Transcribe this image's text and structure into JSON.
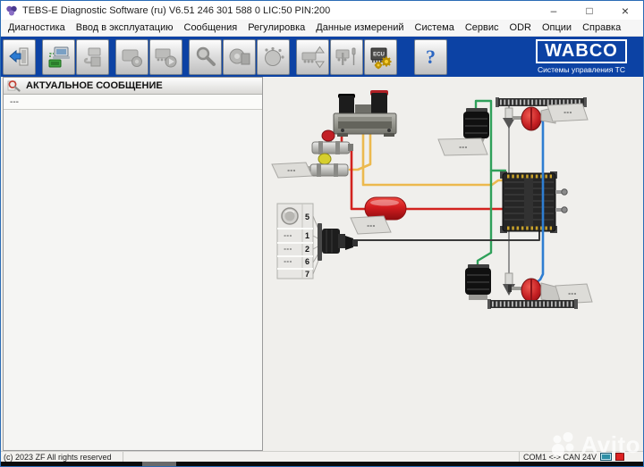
{
  "window": {
    "title": "TEBS-E Diagnostic Software (ru) V6.51  246 301 588 0  LIC:50 PIN:200",
    "minimize_glyph": "–",
    "maximize_glyph": "□",
    "close_glyph": "×"
  },
  "menu": {
    "items": [
      "Диагностика",
      "Ввод в эксплуатацию",
      "Сообщения",
      "Регулировка",
      "Данные измерений",
      "Система",
      "Сервис",
      "ODR",
      "Опции",
      "Справка"
    ]
  },
  "toolbar": {
    "icons": [
      "exit",
      "connect-ecu",
      "print-data",
      "trailer-system",
      "start-test",
      "inspect",
      "brake-disc",
      "valve-cam",
      "level-control",
      "chassis-tools",
      "ecu-parameters",
      "help"
    ],
    "ecu_icon_text": "ECU",
    "help_glyph": "?",
    "brand": "WABCO",
    "tagline": "Системы управления ТС"
  },
  "message_panel": {
    "title": "АКТУАЛЬНОЕ СООБЩЕНИЕ",
    "current_message": "---"
  },
  "diagram": {
    "panel_rows": [
      {
        "num": "5",
        "value": ""
      },
      {
        "num": "1",
        "value": "---"
      },
      {
        "num": "2",
        "value": "---"
      },
      {
        "num": "6",
        "value": "---"
      },
      {
        "num": "7",
        "value": ""
      }
    ],
    "labels": {
      "coupling_yellow": "---",
      "reservoir": "---",
      "axle1_spring": "---",
      "axle1_chamber": "---",
      "axle2_chamber": "---"
    }
  },
  "status_bar": {
    "copyright": "(c) 2023 ZF All rights reserved",
    "connection": "COM1 <-> CAN 24V"
  },
  "watermark": {
    "text": "Avito"
  },
  "colors": {
    "toolbar_blue": "#0c42a4",
    "line_red": "#d2231f",
    "line_yellow": "#ecb94e",
    "line_green": "#2fa05a",
    "line_blue": "#2e7ed2"
  }
}
